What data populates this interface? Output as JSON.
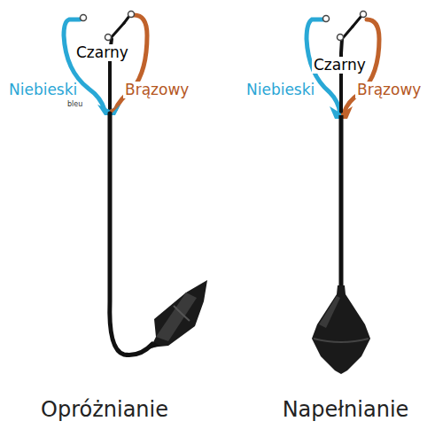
{
  "diagram": {
    "labels": [
      "Czarny",
      "Niebieski",
      "bleu",
      "Brązowy",
      "Czarny",
      "Niebieski",
      "Brązowy",
      "Opróżnianie",
      "Napełnianie"
    ]
  }
}
